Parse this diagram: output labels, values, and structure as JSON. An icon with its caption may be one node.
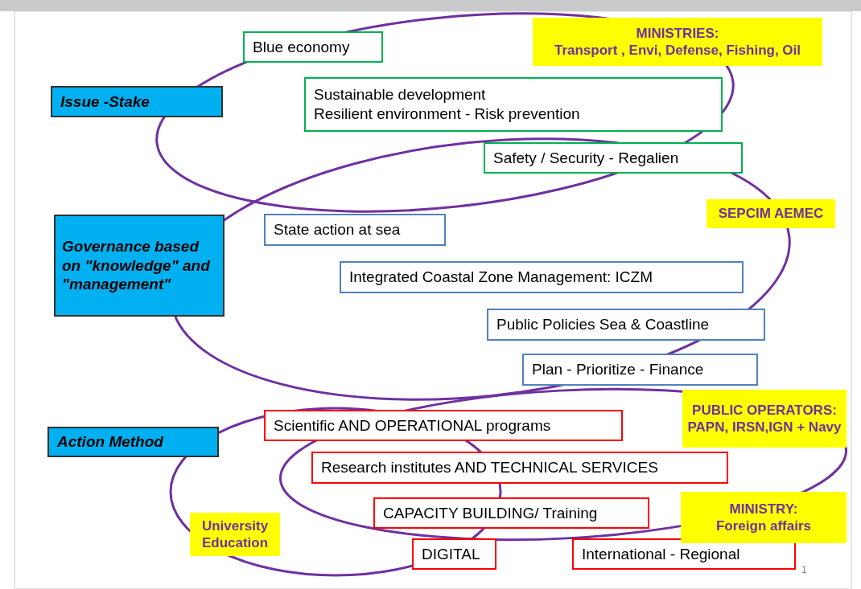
{
  "diagram": {
    "nodes": [
      {
        "text": [
          "Issue -Stake"
        ]
      },
      {
        "text": [
          "Blue economy"
        ]
      },
      {
        "text": [
          "Sustainable development",
          "Resilient environment - Risk prevention"
        ]
      },
      {
        "text": [
          "Safety / Security - Regalien"
        ]
      },
      {
        "text": [
          "Governance based on \"knowledge\" and \"management\""
        ]
      },
      {
        "text": [
          "State action at sea"
        ]
      },
      {
        "text": [
          "Integrated Coastal Zone Management: ICZM"
        ]
      },
      {
        "text": [
          "Public Policies Sea & Coastline"
        ]
      },
      {
        "text": [
          "Plan - Prioritize - Finance"
        ]
      },
      {
        "text": [
          "Action  Method"
        ]
      },
      {
        "text": [
          "Scientific AND OPERATIONAL programs"
        ]
      },
      {
        "text": [
          "Research institutes AND TECHNICAL SERVICES"
        ]
      },
      {
        "text": [
          "CAPACITY  BUILDING/ Training"
        ]
      },
      {
        "text": [
          "DIGITAL"
        ]
      },
      {
        "text": [
          "International - Regional"
        ]
      },
      {
        "text": [
          "MINISTRIES:",
          "Transport , Envi, Defense, Fishing, Oil"
        ]
      },
      {
        "text": [
          "SEPCIM AEMEC"
        ]
      },
      {
        "text": [
          "PUBLIC OPERATORS:",
          "PAPN, IRSN,IGN + Navy"
        ]
      },
      {
        "text": [
          "MINISTRY:",
          "Foreign affairs"
        ]
      },
      {
        "text": [
          "University Education"
        ]
      }
    ],
    "labels": [
      "1"
    ]
  }
}
